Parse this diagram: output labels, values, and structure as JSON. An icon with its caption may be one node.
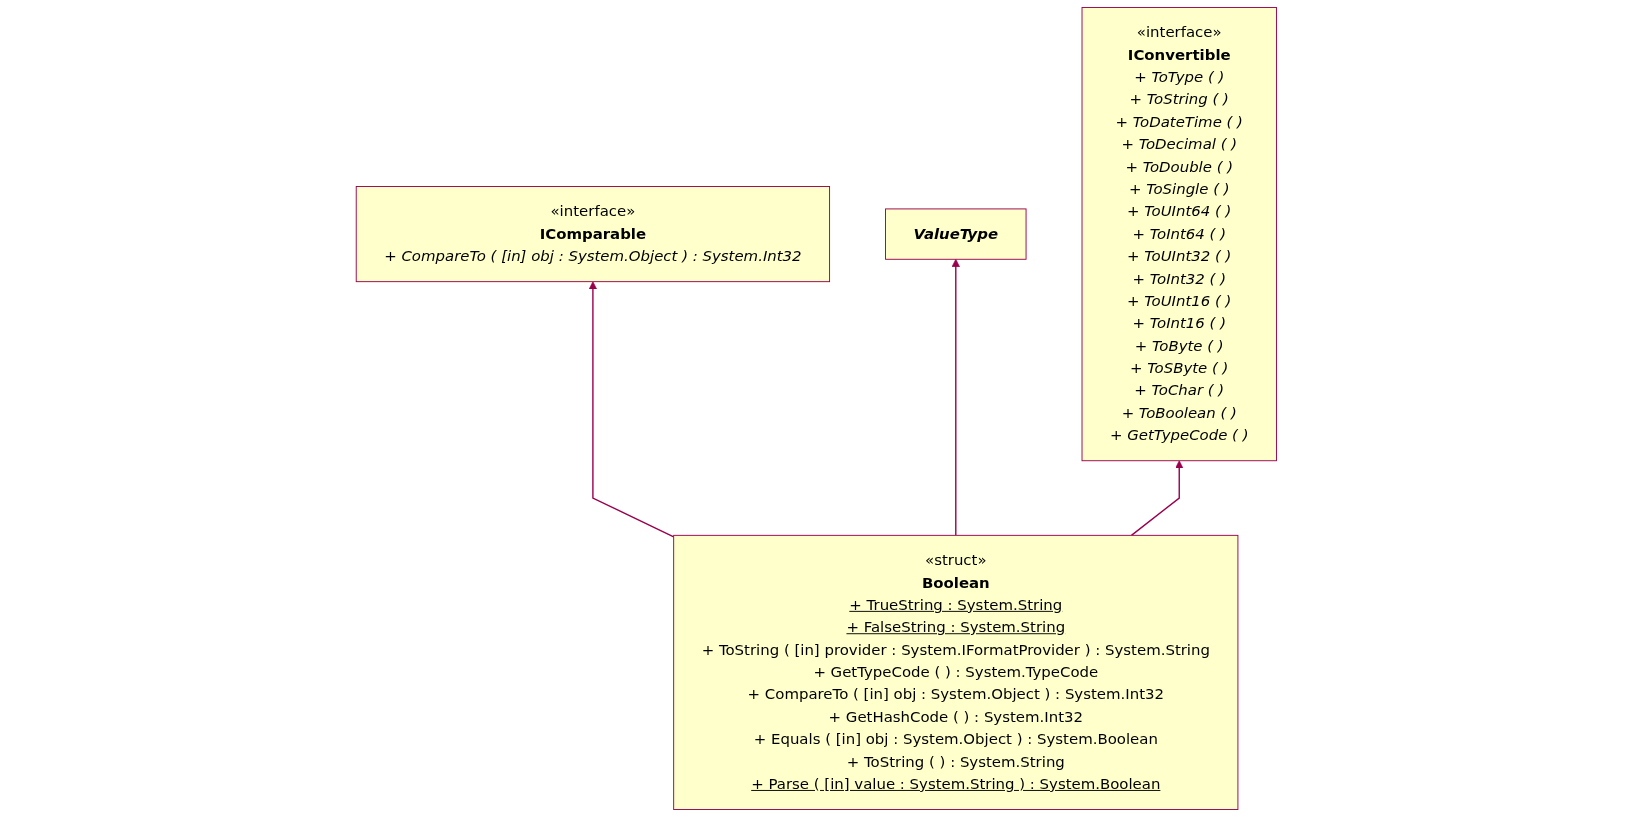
{
  "diagram": {
    "nodes": [
      {
        "text": [
          "«interface»",
          "IComparable",
          "+ CompareTo ( [in] obj : System.Object ) : System.Int32"
        ]
      },
      {
        "text": [
          "ValueType"
        ]
      },
      {
        "text": [
          "«interface»",
          "IConvertible",
          "+ ToType ( )",
          "+ ToString ( )",
          "+ ToDateTime ( )",
          "+ ToDecimal ( )",
          "+ ToDouble ( )",
          "+ ToSingle ( )",
          "+ ToUInt64 ( )",
          "+ ToInt64 ( )",
          "+ ToUInt32 ( )",
          "+ ToInt32 ( )",
          "+ ToUInt16 ( )",
          "+ ToInt16 ( )",
          "+ ToByte ( )",
          "+ ToSByte ( )",
          "+ ToChar ( )",
          "+ ToBoolean ( )",
          "+ GetTypeCode ( )"
        ]
      },
      {
        "text": [
          "«struct»",
          "Boolean",
          "+ TrueString : System.String",
          "+ FalseString : System.String",
          "+ ToString ( [in] provider : System.IFormatProvider ) : System.String",
          "+ GetTypeCode ( ) : System.TypeCode",
          "+ CompareTo ( [in] obj : System.Object ) : System.Int32",
          "+ GetHashCode ( ) : System.Int32",
          "+ Equals ( [in] obj : System.Object ) : System.Boolean",
          "+ ToString ( ) : System.String",
          "+ Parse ( [in] value : System.String ) : System.Boolean"
        ]
      }
    ],
    "edges": [
      {
        "from": 3,
        "to": 0,
        "arrow": "to"
      },
      {
        "from": 3,
        "to": 1,
        "arrow": "to"
      },
      {
        "from": 3,
        "to": 2,
        "arrow": "to"
      }
    ]
  }
}
